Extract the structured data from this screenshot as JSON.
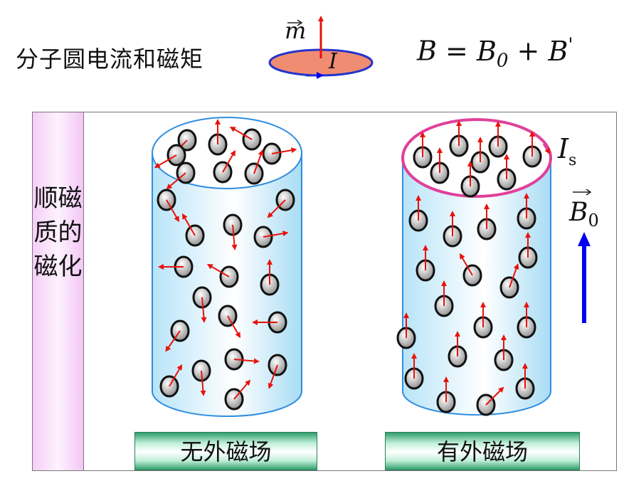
{
  "header": {
    "title": "分子圆电流和磁矩",
    "moment_symbol": "m",
    "current_symbol": "I"
  },
  "formula": {
    "B": "B",
    "eq": "=",
    "B0_base": "B",
    "B0_sub": "0",
    "plus": "+",
    "Bp_base": "B",
    "Bp_sup": "'"
  },
  "side_label": "顺磁质的磁化",
  "panels": {
    "left_caption": "无外磁场",
    "right_caption": "有外磁场",
    "surface_current_base": "I",
    "surface_current_sub": "s",
    "field_base": "B",
    "field_sub": "0"
  },
  "colors": {
    "arrow": "#e8120c",
    "field_arrow": "#0000ee",
    "loop_fill": "#f08c72",
    "loop_edge": "#2233cc",
    "surface_current": "#e0409a",
    "cylinder_edge": "#2f8ee0"
  }
}
